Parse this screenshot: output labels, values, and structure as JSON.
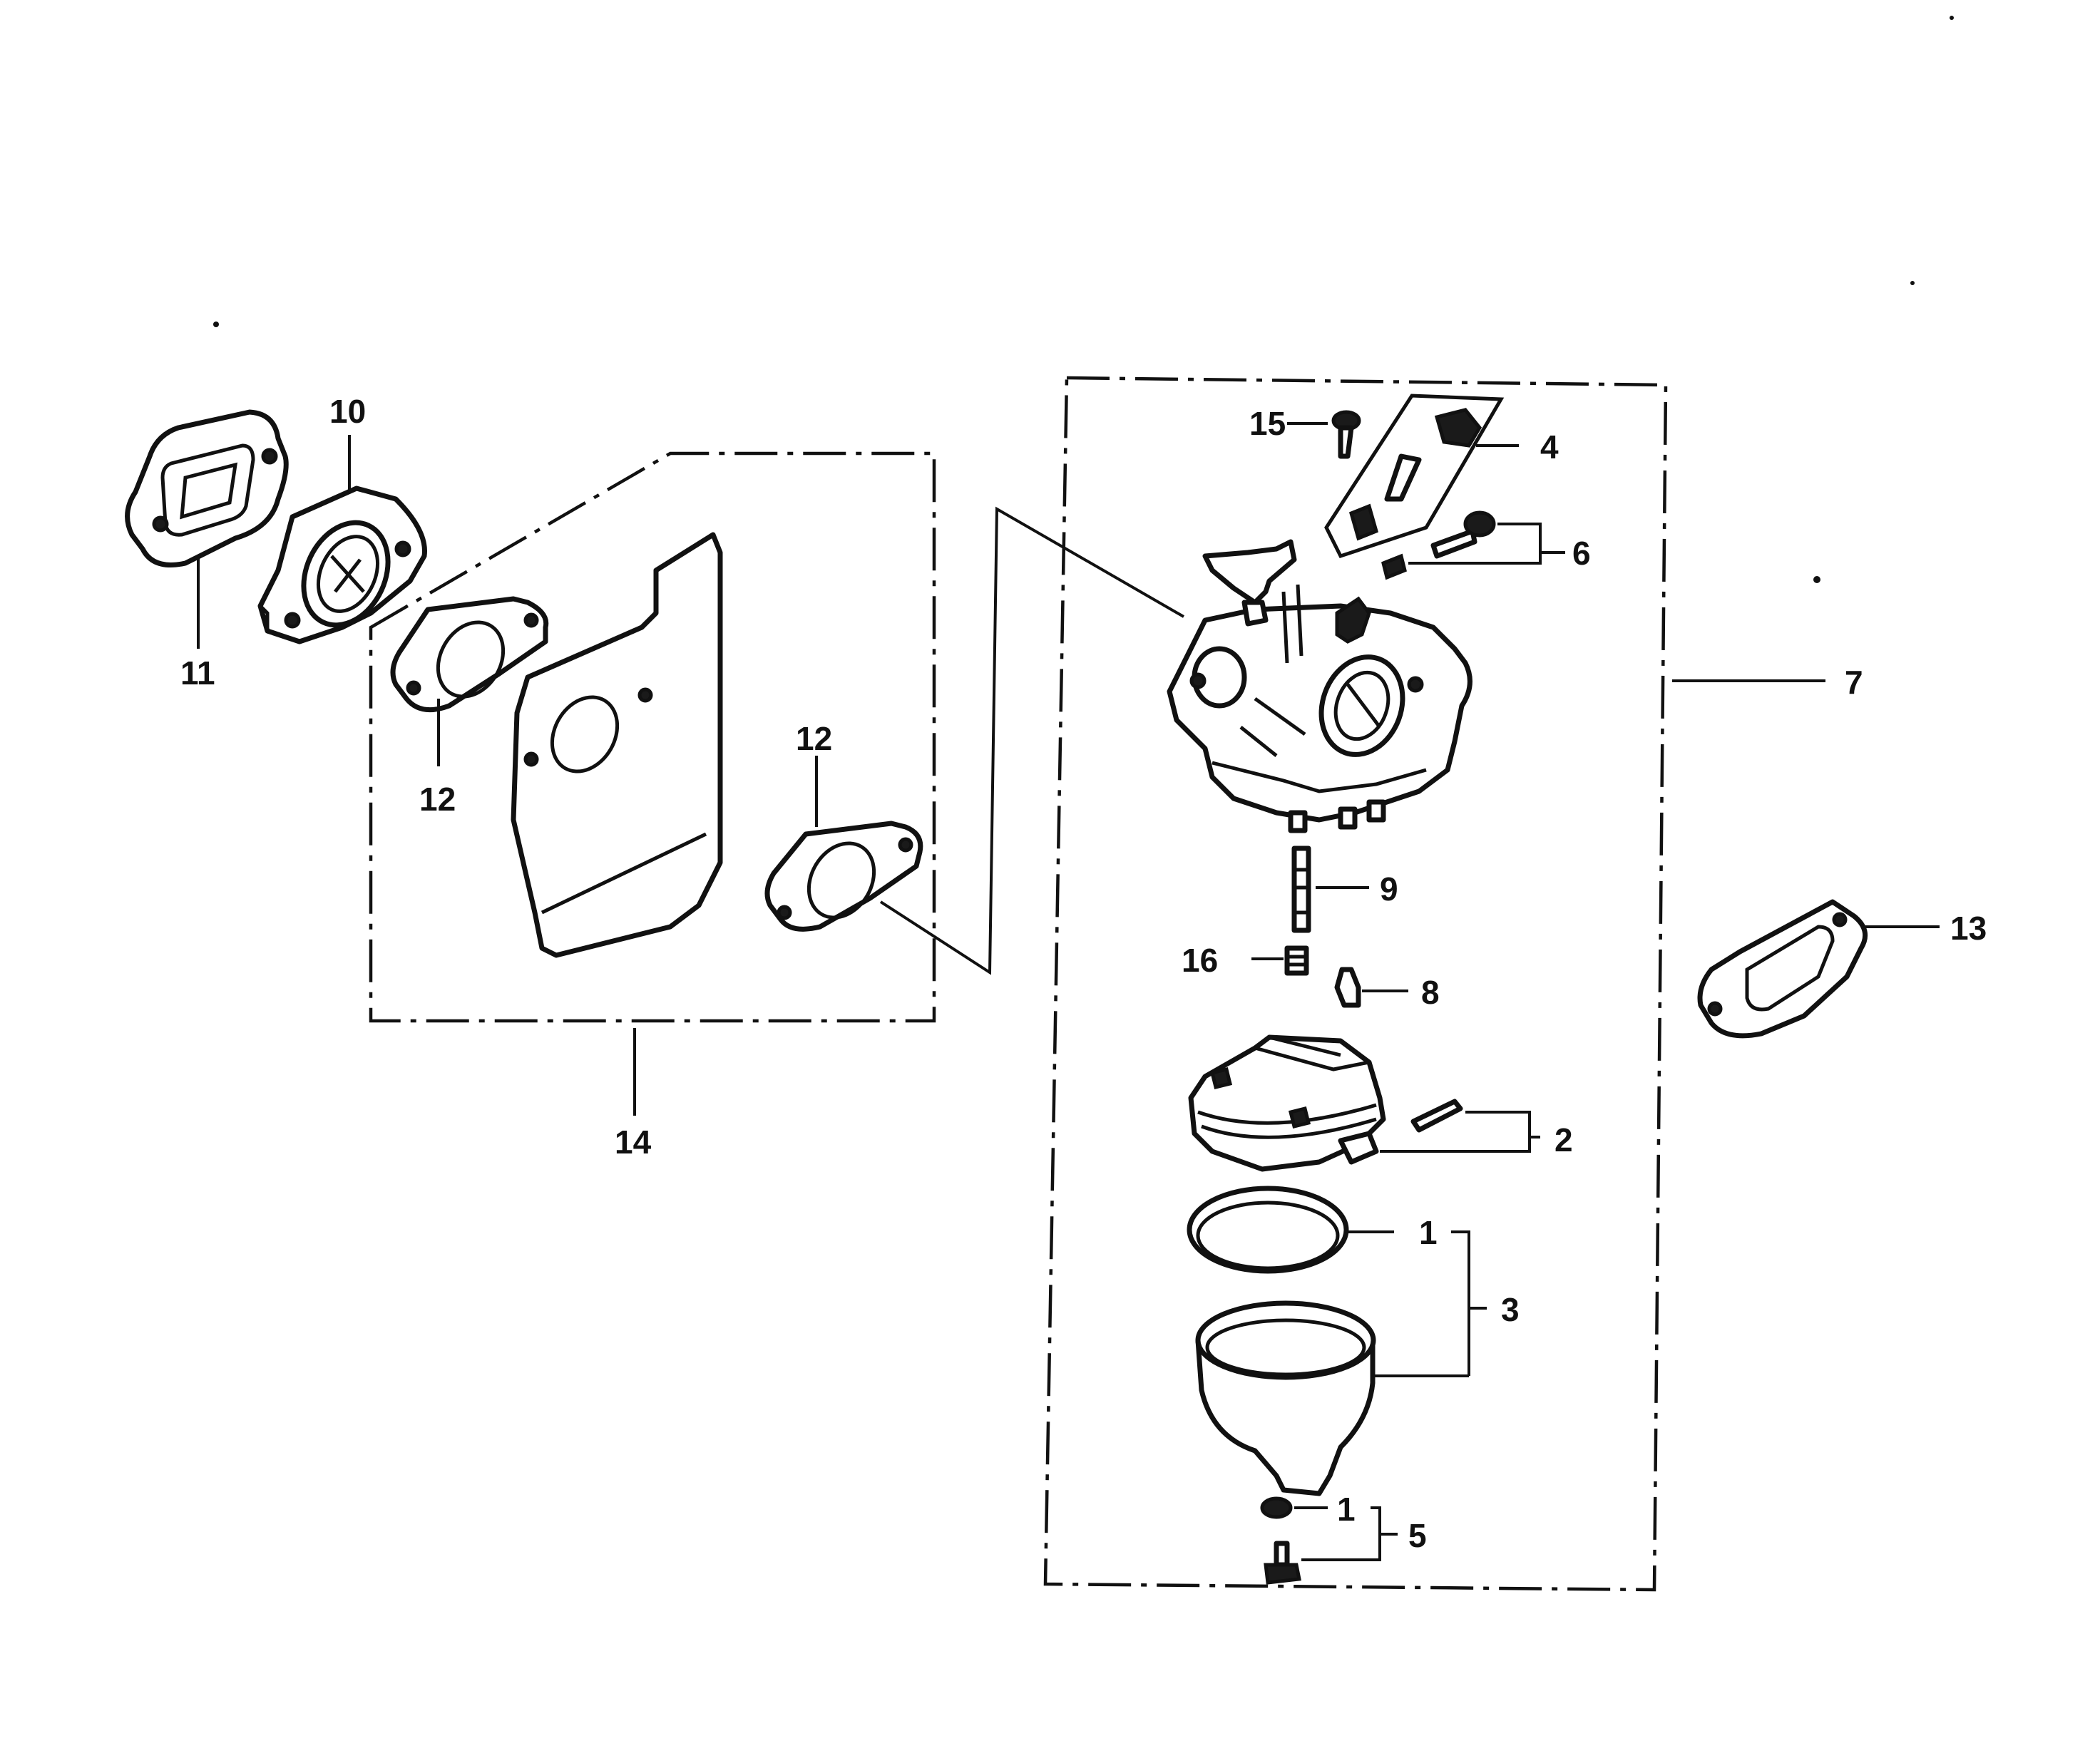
{
  "callouts": {
    "c1_ring": "1",
    "c1_washer": "1",
    "c2": "2",
    "c3": "3",
    "c4": "4",
    "c5": "5",
    "c6": "6",
    "c7": "7",
    "c8": "8",
    "c9": "9",
    "c10": "10",
    "c11": "11",
    "c12_left": "12",
    "c12_right": "12",
    "c13": "13",
    "c14": "14",
    "c15": "15",
    "c16": "16"
  }
}
